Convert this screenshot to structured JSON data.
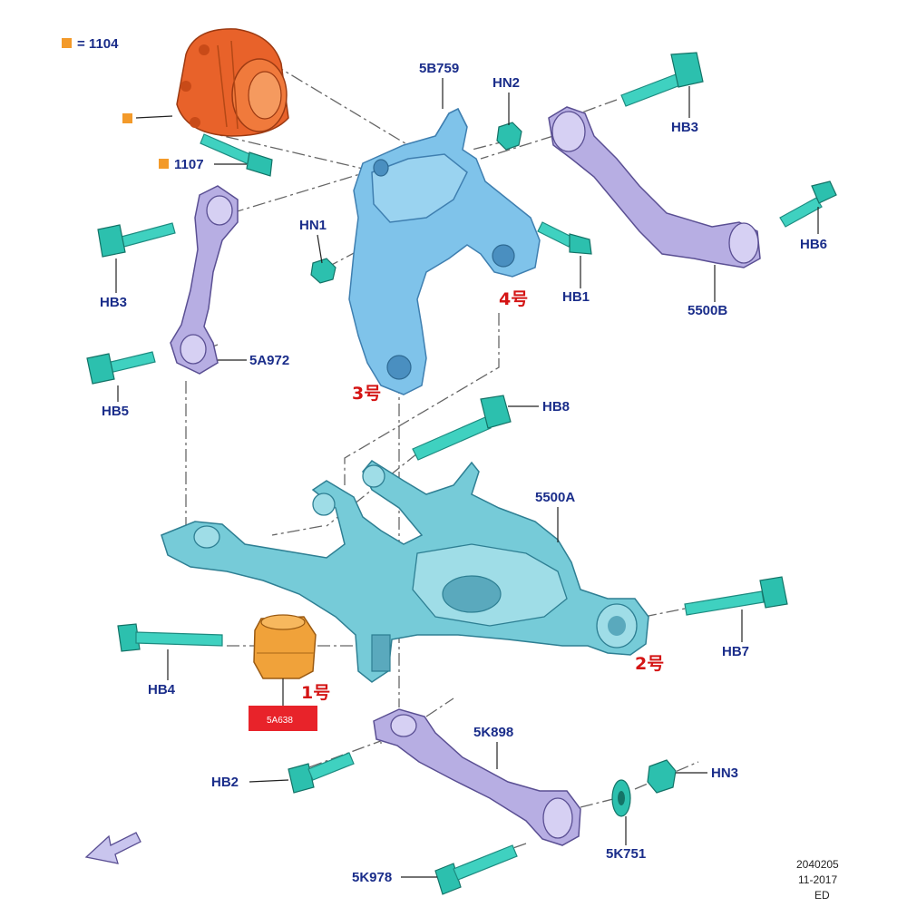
{
  "legend": {
    "swatch_color": "#f39a2a",
    "equals_label": "= 1104"
  },
  "parts": {
    "hub": {
      "code_1107": "1107",
      "color": "#e8622a"
    },
    "knuckle": {
      "code": "5B759",
      "color": "#7fc3ea"
    },
    "upper_arm": {
      "code": "5500B",
      "color": "#b7aee3"
    },
    "toe_link": {
      "code": "5A972"
    },
    "lower_arm": {
      "code": "5500A",
      "color": "#76cbd8"
    },
    "bushing": {
      "code": "5A638",
      "color": "#f0a23a",
      "tag_color": "#e8232a"
    },
    "trailing_link": {
      "code": "5K898"
    },
    "washer": {
      "code": "5K751"
    },
    "bolt_5k978": {
      "code": "5K978"
    }
  },
  "fasteners": {
    "hn1": "HN1",
    "hn2": "HN2",
    "hn3": "HN3",
    "hb1": "HB1",
    "hb2": "HB2",
    "hb3_top": "HB3",
    "hb3_left": "HB3",
    "hb4": "HB4",
    "hb5": "HB5",
    "hb6": "HB6",
    "hb7": "HB7",
    "hb8": "HB8",
    "bolt_color": "#3fd1c0"
  },
  "annotations": {
    "no1": "1号",
    "no2": "2号",
    "no3": "3号",
    "no4": "4号",
    "color": "#d41414"
  },
  "footer": {
    "ref": "2040205",
    "date": "11-2017",
    "suffix": "ED"
  },
  "direction_arrow": {
    "icon": "front-direction-arrow-icon"
  }
}
